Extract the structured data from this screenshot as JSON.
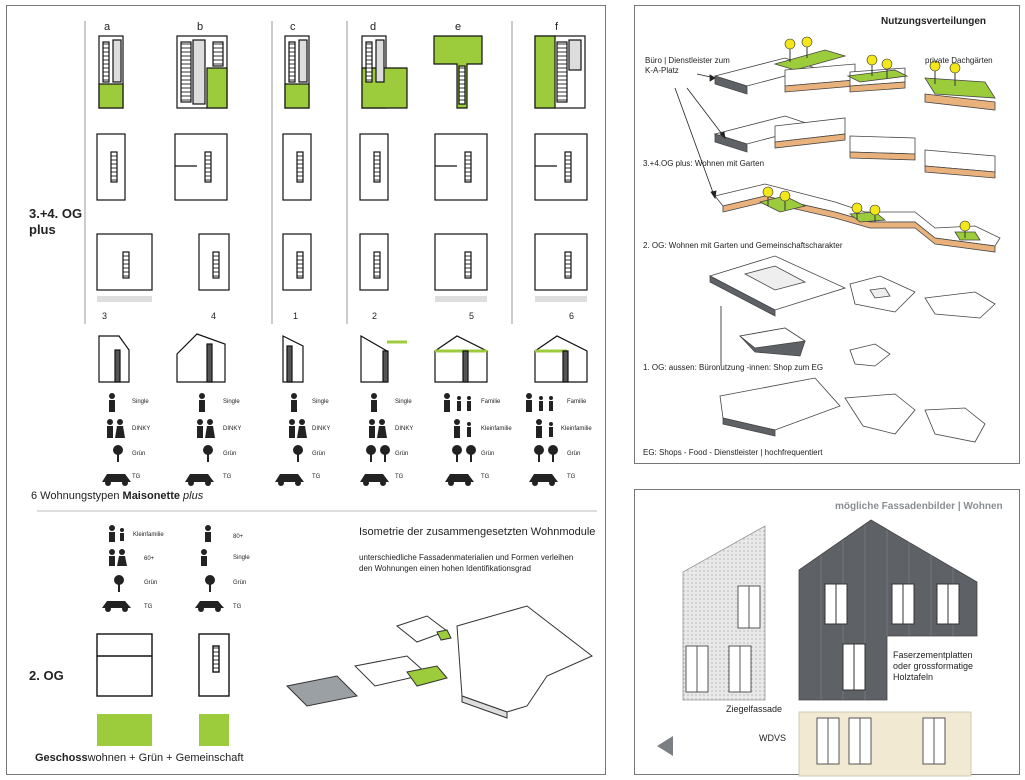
{
  "left_panel": {
    "column_letters": [
      "a",
      "b",
      "c",
      "d",
      "e",
      "f"
    ],
    "unit_numbers": [
      "3",
      "4",
      "1",
      "2",
      "5",
      "6"
    ],
    "row_label_top": "3.+4. OG",
    "row_label_top_2": "plus",
    "legend_rows": [
      [
        "Single",
        "Single",
        "Single",
        "Single",
        "Familie",
        "Familie"
      ],
      [
        "DINKY",
        "DINKY",
        "DINKY",
        "DINKY",
        "Kleinfamilie",
        "Kleinfamilie"
      ],
      [
        "Grün",
        "Grün",
        "Grün",
        "Grün",
        "Grün",
        "Grün"
      ],
      [
        "TG",
        "TG",
        "TG",
        "TG",
        "TG",
        "TG"
      ]
    ],
    "caption_pre": "6 Wohnungstypen ",
    "caption_bold": "Maisonette",
    "caption_italic": " plus",
    "og2": {
      "legend_col1": [
        "Kleinfamilie",
        "60+",
        "Grün",
        "TG"
      ],
      "legend_col2": [
        "80+",
        "Single",
        "Grün",
        "TG"
      ],
      "row_label": "2. OG",
      "caption_bold": "Geschoss",
      "caption_rest": "wohnen + Grün + Gemeinschaft"
    },
    "iso_title": "Isometrie der zusammengesetzten Wohnmodule",
    "iso_desc_1": "unterschiedliche Fassadenmaterialien und Formen verleihen",
    "iso_desc_2": "den Wohnungen einen hohen Identifikationsgrad"
  },
  "top_right": {
    "title": "Nutzungsverteilungen",
    "label_buero_1": "Büro | Dienstleister zum",
    "label_buero_2": "K-A-Platz",
    "label_dach": "private Dachgärten",
    "label_og34_bold": "3.+4.OG plus:",
    "label_og34_rest": " Wohnen mit Garten",
    "label_og2_bold": "2. OG:",
    "label_og2_rest": " Wohnen mit Garten und Gemeinschaftscharakter",
    "label_og1_bold": "1. OG:",
    "label_og1_rest": " aussen: Büronutzung -innen: Shop zum EG",
    "label_eg_bold": "EG:",
    "label_eg_rest": " Shops - Food - Dienstleister | hochfrequentiert"
  },
  "bottom_right": {
    "title": "mögliche Fassadenbilder | Wohnen",
    "label_ziegel": "Ziegelfassade",
    "label_faser_1": "Faserzementplatten",
    "label_faser_2": "oder grossformatige",
    "label_faser_3": "Holztafeln",
    "label_wdvs": "WDVS"
  },
  "colors": {
    "green": "#9ccc3b",
    "dark_grey": "#5e6266",
    "plaster": "#f1e9d2",
    "orange": "#e9b27c"
  }
}
